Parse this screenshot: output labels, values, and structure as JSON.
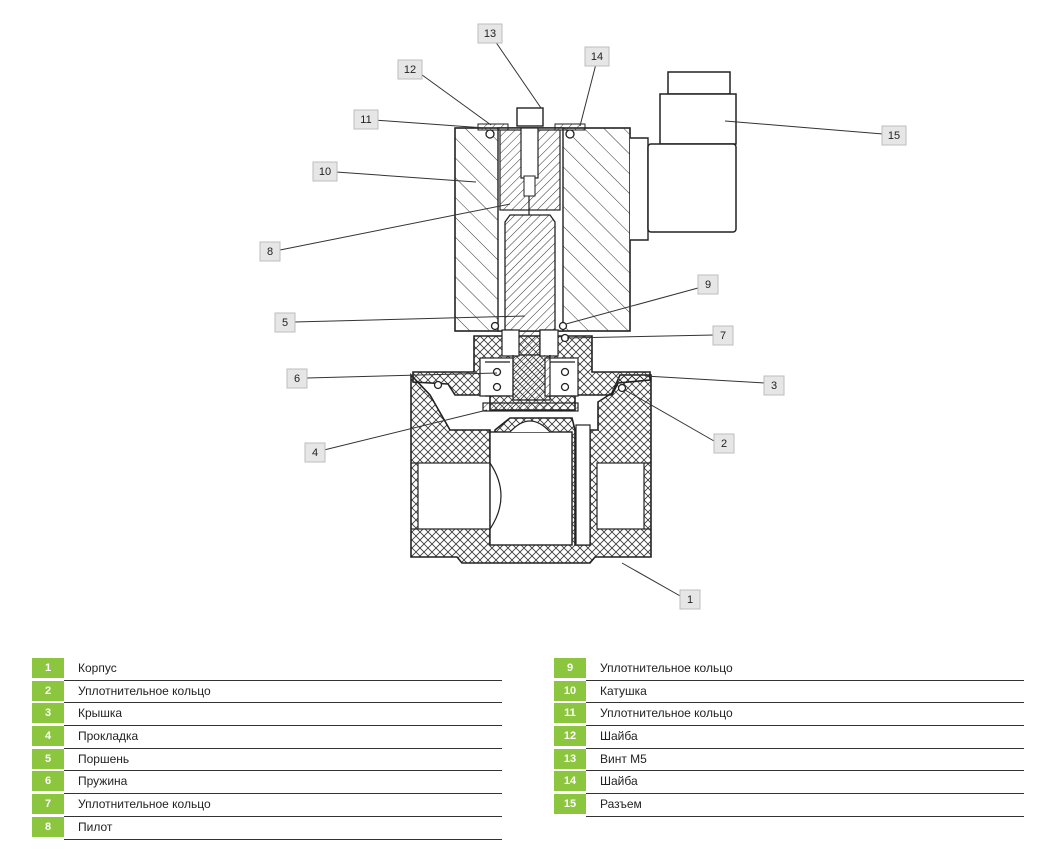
{
  "diagram": {
    "callouts": [
      "1",
      "2",
      "3",
      "4",
      "5",
      "6",
      "7",
      "8",
      "9",
      "10",
      "11",
      "12",
      "13",
      "14",
      "15"
    ]
  },
  "legend_left": [
    {
      "num": "1",
      "label": "Корпус"
    },
    {
      "num": "2",
      "label": "Уплотнительное кольцо"
    },
    {
      "num": "3",
      "label": "Крышка"
    },
    {
      "num": "4",
      "label": "Прокладка"
    },
    {
      "num": "5",
      "label": "Поршень"
    },
    {
      "num": "6",
      "label": "Пружина"
    },
    {
      "num": "7",
      "label": "Уплотнительное кольцо"
    },
    {
      "num": "8",
      "label": "Пилот"
    }
  ],
  "legend_right": [
    {
      "num": "9",
      "label": "Уплотнительное кольцо"
    },
    {
      "num": "10",
      "label": "Катушка"
    },
    {
      "num": "11",
      "label": "Уплотнительное кольцо"
    },
    {
      "num": "12",
      "label": "Шайба"
    },
    {
      "num": "13",
      "label": "Винт М5"
    },
    {
      "num": "14",
      "label": "Шайба"
    },
    {
      "num": "15",
      "label": "Разъем"
    }
  ],
  "colors": {
    "legend_number_bg": "#8cc63f",
    "callout_bg": "#e6e6e6"
  }
}
